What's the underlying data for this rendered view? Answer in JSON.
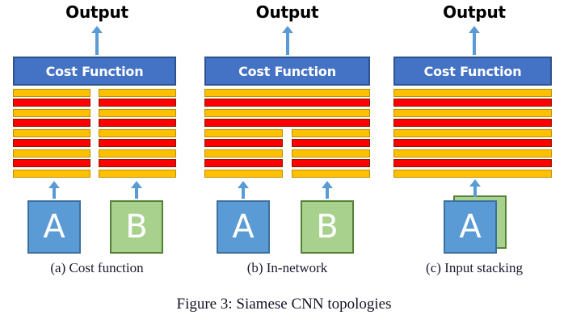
{
  "figure": {
    "caption": "Figure 3: Siamese CNN topologies"
  },
  "common": {
    "output_label": "Output",
    "cost_function_label": "Cost Function",
    "arrow_icon": "arrow-up-icon",
    "colors": {
      "cost_box_fill": "#4472C4",
      "cost_box_border": "#2E528F",
      "layer_yellow_fill": "#FFC000",
      "layer_yellow_border": "#BF9000",
      "layer_red_fill": "#FF0000",
      "layer_red_border": "#8B1A00",
      "input_blue_fill": "#5B9BD5",
      "input_blue_border": "#3D6F9E",
      "input_green_fill": "#A9D18E",
      "input_green_border": "#538135",
      "arrow": "#5B9BD5",
      "text_white": "#FFFFFF",
      "text_black": "#000000"
    }
  },
  "panels": [
    {
      "id": "a",
      "caption": "(a) Cost function",
      "output_label": "Output",
      "cost_function_label": "Cost Function",
      "layers": [
        {
          "color": "yellow",
          "split": true
        },
        {
          "color": "red",
          "split": true
        },
        {
          "color": "yellow",
          "split": true
        },
        {
          "color": "red",
          "split": true
        },
        {
          "color": "yellow",
          "split": true
        },
        {
          "color": "red",
          "split": true
        },
        {
          "color": "yellow",
          "split": true
        },
        {
          "color": "red",
          "split": true
        },
        {
          "color": "yellow",
          "split": true
        }
      ],
      "inputs": [
        {
          "label": "A",
          "color": "blue"
        },
        {
          "label": "B",
          "color": "green"
        }
      ],
      "input_style": "side-by-side"
    },
    {
      "id": "b",
      "caption": "(b) In-network",
      "output_label": "Output",
      "cost_function_label": "Cost Function",
      "layers": [
        {
          "color": "yellow",
          "split": false
        },
        {
          "color": "red",
          "split": false
        },
        {
          "color": "yellow",
          "split": false
        },
        {
          "color": "red",
          "split": false
        },
        {
          "color": "yellow",
          "split": true
        },
        {
          "color": "red",
          "split": true
        },
        {
          "color": "yellow",
          "split": true
        },
        {
          "color": "red",
          "split": true
        },
        {
          "color": "yellow",
          "split": true
        }
      ],
      "inputs": [
        {
          "label": "A",
          "color": "blue"
        },
        {
          "label": "B",
          "color": "green"
        }
      ],
      "input_style": "side-by-side"
    },
    {
      "id": "c",
      "caption": "(c) Input stacking",
      "output_label": "Output",
      "cost_function_label": "Cost Function",
      "layers": [
        {
          "color": "yellow",
          "split": false
        },
        {
          "color": "red",
          "split": false
        },
        {
          "color": "yellow",
          "split": false
        },
        {
          "color": "red",
          "split": false
        },
        {
          "color": "yellow",
          "split": false
        },
        {
          "color": "red",
          "split": false
        },
        {
          "color": "yellow",
          "split": false
        },
        {
          "color": "red",
          "split": false
        },
        {
          "color": "yellow",
          "split": false
        }
      ],
      "inputs": [
        {
          "label": "A",
          "color": "blue"
        },
        {
          "label": "",
          "color": "green"
        }
      ],
      "input_style": "stacked"
    }
  ]
}
